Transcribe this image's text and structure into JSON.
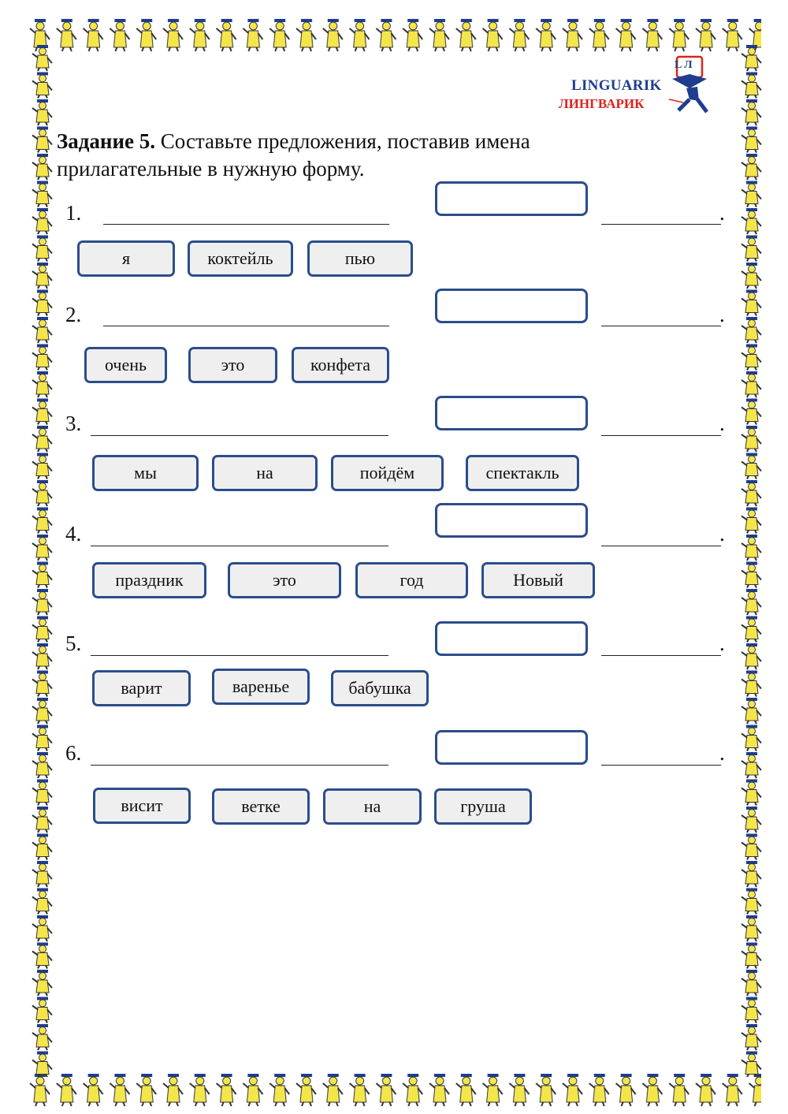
{
  "logo": {
    "en": "LINGUARIK",
    "ru": "ЛИНГВАРИК",
    "mark": "L Л"
  },
  "task": {
    "label": "Задание 5.",
    "text": " Составьте предложения, поставив имена прилагательные в нужную форму."
  },
  "rows": [
    {
      "num": "1.",
      "words": [
        "я",
        "коктейль",
        "пью"
      ]
    },
    {
      "num": "2.",
      "words": [
        "очень",
        "это",
        "конфета"
      ]
    },
    {
      "num": "3.",
      "words": [
        "мы",
        "на",
        "пойдём",
        "спектакль"
      ]
    },
    {
      "num": "4.",
      "words": [
        "праздник",
        "это",
        "год",
        "Новый"
      ]
    },
    {
      "num": "5.",
      "words": [
        "варит",
        "варенье",
        "бабушка"
      ]
    },
    {
      "num": "6.",
      "words": [
        "висит",
        "ветке",
        "на",
        "груша"
      ]
    }
  ],
  "colors": {
    "accent": "#2b4d8c",
    "chip_bg": "#efefef",
    "logo_blue": "#1e3d8f",
    "logo_red": "#d9241c"
  },
  "border_icon": "graduate-figure-icon"
}
